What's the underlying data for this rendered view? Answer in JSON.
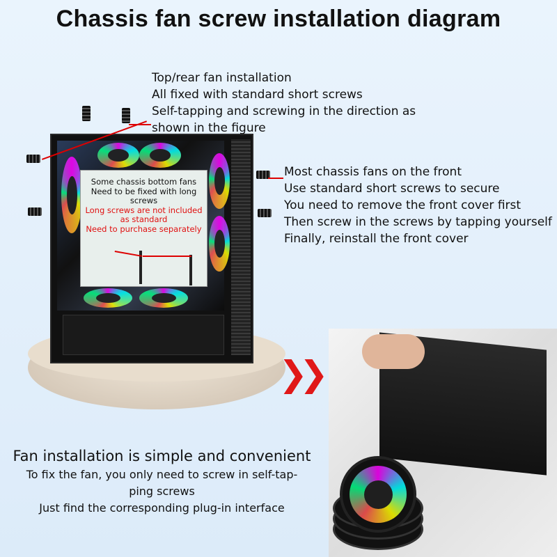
{
  "title": "Chassis fan screw installation diagram",
  "top_note": [
    "Top/rear fan installation",
    "All fixed with standard short screws",
    "Self-tapping and screwing in the direction as",
    "shown in the figure"
  ],
  "front_note": [
    "Most chassis fans on the front",
    "Use standard short screws to secure",
    "You need to remove the front cover first",
    "Then screw in the screws by tapping yourself",
    "Finally, reinstall the front cover"
  ],
  "callout": {
    "black": [
      "Some chassis bottom fans",
      "Need to be fixed with long",
      "screws"
    ],
    "red": [
      "Long screws are not included",
      "as standard",
      "Need to purchase separately"
    ]
  },
  "bottom_note": {
    "heading": "Fan installation is simple and convenient",
    "lines": [
      "To fix the fan, you only need to screw in self-tap-",
      "ping screws",
      "Just find the corresponding plug-in interface"
    ]
  },
  "colors": {
    "accent_red": "#e01010",
    "background": "#e3effa"
  }
}
